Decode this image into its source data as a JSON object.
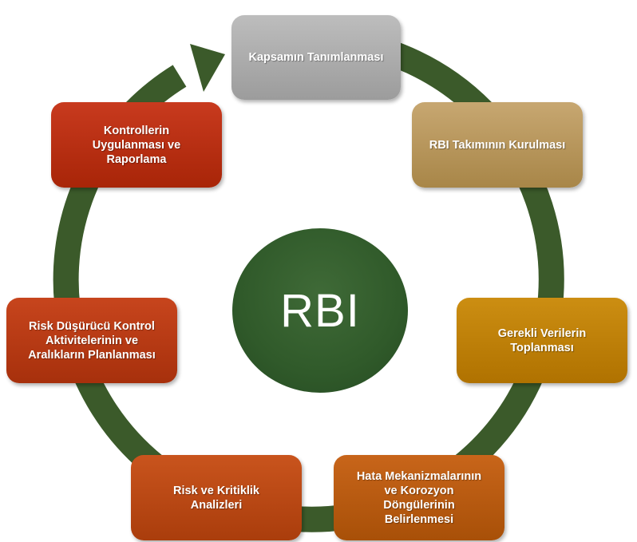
{
  "diagram": {
    "center_label": "RBI",
    "steps": [
      "Kapsamın Tanımlanması",
      "RBI Takımının Kurulması",
      "Gerekli Verilerin\nToplanması",
      "Hata Mekanizmalarının\nve Korozyon\nDöngülerinin\nBelirlenmesi",
      "Risk ve Kritiklik\nAnalizleri",
      "Risk Düşürücü Kontrol\nAktivitelerinin ve\nAralıkların Planlanması",
      "Kontrollerin\nUygulanması ve\nRaporlama"
    ]
  },
  "colors": {
    "cycle_arrow": "#3b5a2a",
    "center_circle": "#2f5a2b",
    "step_1": "#a8a8a8",
    "step_2": "#b5935a",
    "step_3": "#bd7f0a",
    "step_4": "#b85a10",
    "step_5": "#b84715",
    "step_6": "#b83a15",
    "step_7": "#b82f12"
  }
}
